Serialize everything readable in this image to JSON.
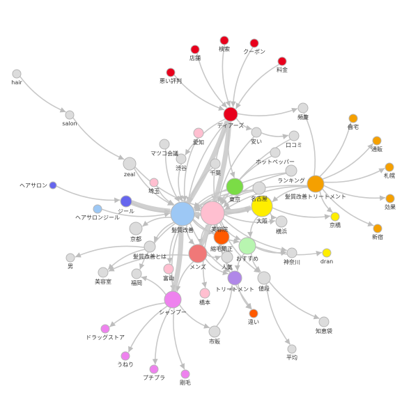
{
  "colors": {
    "gray": "#dcdcdc",
    "red": "#e8001c",
    "orange": "#f5a000",
    "yellow": "#ffee00",
    "green": "#7bdc46",
    "light_green": "#b8f5b0",
    "blue": "#6666ee",
    "light_blue": "#9dc8f5",
    "pink": "#ffbfd0",
    "magenta": "#ee82ee",
    "coral": "#f07878",
    "dark_orange": "#ff5a00",
    "purple": "#b088e8",
    "edge": "#c8c8c8"
  },
  "nodes": [
    {
      "id": "hair",
      "label": "hair",
      "color": "gray"
    },
    {
      "id": "salon",
      "label": "salon",
      "color": "gray"
    },
    {
      "id": "zeal",
      "label": "zeal",
      "color": "gray"
    },
    {
      "id": "tenpo",
      "label": "店舗",
      "color": "red"
    },
    {
      "id": "kensaku",
      "label": "検索",
      "color": "red"
    },
    {
      "id": "coupon",
      "label": "クーポン",
      "color": "red"
    },
    {
      "id": "ryokin",
      "label": "料金",
      "color": "red"
    },
    {
      "id": "warui",
      "label": "悪い評判",
      "color": "red"
    },
    {
      "id": "dears",
      "label": "ディアーズ",
      "color": "red"
    },
    {
      "id": "hindo",
      "label": "頻度",
      "color": "gray"
    },
    {
      "id": "jitaku",
      "label": "自宅",
      "color": "orange"
    },
    {
      "id": "tsuhan",
      "label": "通販",
      "color": "orange"
    },
    {
      "id": "sapporo",
      "label": "札幌",
      "color": "orange"
    },
    {
      "id": "koka",
      "label": "効果",
      "color": "orange"
    },
    {
      "id": "shinjuku",
      "label": "新宿",
      "color": "orange"
    },
    {
      "id": "yasui",
      "label": "安い",
      "color": "gray"
    },
    {
      "id": "kuchikomi",
      "label": "口コミ",
      "color": "gray"
    },
    {
      "id": "aichi",
      "label": "愛知",
      "color": "pink"
    },
    {
      "id": "matsuko",
      "label": "マツコ会議",
      "color": "gray"
    },
    {
      "id": "shibuya",
      "label": "渋谷",
      "color": "gray"
    },
    {
      "id": "hotpepper",
      "label": "ホットペッパー",
      "color": "gray"
    },
    {
      "id": "chiba",
      "label": "千葉",
      "color": "gray"
    },
    {
      "id": "ranking",
      "label": "ランキング",
      "color": "gray"
    },
    {
      "id": "saitama",
      "label": "埼玉",
      "color": "pink"
    },
    {
      "id": "tokyo",
      "label": "東京",
      "color": "green"
    },
    {
      "id": "nagoya",
      "label": "名古屋",
      "color": "gray"
    },
    {
      "id": "kaizen_tr",
      "label": "髪質改善トリートメント",
      "color": "orange"
    },
    {
      "id": "hairsalon",
      "label": "ヘアサロン",
      "color": "blue"
    },
    {
      "id": "zeal_jp",
      "label": "ジール",
      "color": "blue"
    },
    {
      "id": "hairsalon_zeal",
      "label": "ヘアサロンジール",
      "color": "light_blue"
    },
    {
      "id": "kaizen",
      "label": "髪質改善",
      "color": "light_blue"
    },
    {
      "id": "biyoin",
      "label": "美容院",
      "color": "pink"
    },
    {
      "id": "osaka",
      "label": "大阪",
      "color": "yellow"
    },
    {
      "id": "yokohama",
      "label": "横浜",
      "color": "gray"
    },
    {
      "id": "kyobashi",
      "label": "京橋",
      "color": "yellow"
    },
    {
      "id": "kyoto",
      "label": "京都",
      "color": "gray"
    },
    {
      "id": "kaizen_toha",
      "label": "髪質改善とは",
      "color": "gray"
    },
    {
      "id": "shukumo",
      "label": "縮毛矯正",
      "color": "dark_orange"
    },
    {
      "id": "osusume",
      "label": "おすすめ",
      "color": "light_green"
    },
    {
      "id": "kanagawa",
      "label": "神奈川",
      "color": "gray"
    },
    {
      "id": "dran",
      "label": "dran",
      "color": "yellow"
    },
    {
      "id": "otoko",
      "label": "男",
      "color": "gray"
    },
    {
      "id": "mens",
      "label": "メンズ",
      "color": "coral"
    },
    {
      "id": "ninki",
      "label": "人気",
      "color": "gray"
    },
    {
      "id": "biyoshitsu",
      "label": "美容室",
      "color": "gray"
    },
    {
      "id": "fukuoka",
      "label": "福岡",
      "color": "gray"
    },
    {
      "id": "toyama",
      "label": "富山",
      "color": "pink"
    },
    {
      "id": "treatment",
      "label": "トリートメント",
      "color": "purple"
    },
    {
      "id": "nedan",
      "label": "値段",
      "color": "gray"
    },
    {
      "id": "hashimoto",
      "label": "橋本",
      "color": "pink"
    },
    {
      "id": "shampoo",
      "label": "シャンプー",
      "color": "magenta"
    },
    {
      "id": "chigai",
      "label": "違い",
      "color": "dark_orange"
    },
    {
      "id": "chiebukuro",
      "label": "知恵袋",
      "color": "gray"
    },
    {
      "id": "drugstore",
      "label": "ドラッグストア",
      "color": "magenta"
    },
    {
      "id": "shihan",
      "label": "市販",
      "color": "gray"
    },
    {
      "id": "heikin",
      "label": "平均",
      "color": "gray"
    },
    {
      "id": "uneri",
      "label": "うねり",
      "color": "magenta"
    },
    {
      "id": "puchipura",
      "label": "プチプラ",
      "color": "magenta"
    },
    {
      "id": "gomo",
      "label": "剛毛",
      "color": "magenta"
    }
  ],
  "edges": [
    [
      "hair",
      "salon"
    ],
    [
      "salon",
      "zeal"
    ],
    [
      "zeal",
      "kaizen"
    ],
    [
      "zeal",
      "biyoin"
    ],
    [
      "tenpo",
      "dears"
    ],
    [
      "kensaku",
      "dears"
    ],
    [
      "coupon",
      "dears"
    ],
    [
      "ryokin",
      "dears"
    ],
    [
      "warui",
      "dears"
    ],
    [
      "dears",
      "kaizen"
    ],
    [
      "dears",
      "biyoin"
    ],
    [
      "dears",
      "hindo"
    ],
    [
      "dears",
      "yasui"
    ],
    [
      "dears",
      "tokyo"
    ],
    [
      "dears",
      "shibuya"
    ],
    [
      "kaizen_tr",
      "jitaku"
    ],
    [
      "kaizen_tr",
      "tsuhan"
    ],
    [
      "kaizen_tr",
      "sapporo"
    ],
    [
      "kaizen_tr",
      "koka"
    ],
    [
      "kaizen_tr",
      "shinjuku"
    ],
    [
      "kaizen_tr",
      "kyobashi"
    ],
    [
      "kaizen_tr",
      "hindo"
    ],
    [
      "kaizen_tr",
      "kaizen"
    ],
    [
      "kaizen_tr",
      "biyoin"
    ],
    [
      "kaizen_tr",
      "osaka"
    ],
    [
      "yasui",
      "kuchikomi"
    ],
    [
      "yasui",
      "biyoin"
    ],
    [
      "kuchikomi",
      "biyoin"
    ],
    [
      "hotpepper",
      "biyoin"
    ],
    [
      "ranking",
      "biyoin"
    ],
    [
      "ranking",
      "kaizen"
    ],
    [
      "aichi",
      "kaizen"
    ],
    [
      "matsuko",
      "kaizen"
    ],
    [
      "shibuya",
      "kaizen"
    ],
    [
      "chiba",
      "kaizen"
    ],
    [
      "saitama",
      "kaizen"
    ],
    [
      "tokyo",
      "kaizen"
    ],
    [
      "tokyo",
      "biyoin"
    ],
    [
      "nagoya",
      "biyoin"
    ],
    [
      "nagoya",
      "kaizen"
    ],
    [
      "hairsalon",
      "zeal_jp"
    ],
    [
      "zeal_jp",
      "kaizen"
    ],
    [
      "hairsalon_zeal",
      "kaizen"
    ],
    [
      "kaizen",
      "biyoin"
    ],
    [
      "kaizen",
      "mens"
    ],
    [
      "kaizen",
      "shampoo"
    ],
    [
      "kaizen",
      "kyoto"
    ],
    [
      "kaizen",
      "kaizen_toha"
    ],
    [
      "kaizen",
      "shukumo"
    ],
    [
      "kaizen",
      "osusume"
    ],
    [
      "kaizen",
      "treatment"
    ],
    [
      "kaizen",
      "osaka"
    ],
    [
      "kaizen",
      "fukuoka"
    ],
    [
      "kaizen",
      "toyama"
    ],
    [
      "biyoin",
      "osaka"
    ],
    [
      "biyoin",
      "yokohama"
    ],
    [
      "biyoin",
      "shukumo"
    ],
    [
      "biyoin",
      "osusume"
    ],
    [
      "biyoin",
      "mens"
    ],
    [
      "biyoin",
      "nedan"
    ],
    [
      "biyoin",
      "kanagawa"
    ],
    [
      "biyoin",
      "ninki"
    ],
    [
      "biyoin",
      "chigai"
    ],
    [
      "biyoin",
      "treatment"
    ],
    [
      "biyoin",
      "hashimoto"
    ],
    [
      "osaka",
      "yokohama"
    ],
    [
      "osaka",
      "kyobashi"
    ],
    [
      "osaka",
      "osusume"
    ],
    [
      "osusume",
      "dran"
    ],
    [
      "osusume",
      "kanagawa"
    ],
    [
      "osusume",
      "nedan"
    ],
    [
      "osusume",
      "treatment"
    ],
    [
      "nedan",
      "heikin"
    ],
    [
      "nedan",
      "chiebukuro"
    ],
    [
      "kaizen_toha",
      "otoko"
    ],
    [
      "kaizen_toha",
      "biyoshitsu"
    ],
    [
      "mens",
      "biyoshitsu"
    ],
    [
      "mens",
      "shampoo"
    ],
    [
      "mens",
      "ninki"
    ],
    [
      "mens",
      "treatment"
    ],
    [
      "shampoo",
      "drugstore"
    ],
    [
      "shampoo",
      "uneri"
    ],
    [
      "shampoo",
      "puchipura"
    ],
    [
      "shampoo",
      "gomo"
    ],
    [
      "shampoo",
      "shihan"
    ],
    [
      "shampoo",
      "fukuoka"
    ],
    [
      "shampoo",
      "toyama"
    ],
    [
      "shihan",
      "treatment"
    ],
    [
      "treatment",
      "chigai"
    ]
  ],
  "thick_edges": [
    [
      "kaizen",
      "dears"
    ],
    [
      "biyoin",
      "dears"
    ],
    [
      "shampoo",
      "kaizen"
    ],
    [
      "kaizen",
      "biyoin"
    ],
    [
      "biyoin",
      "osaka"
    ],
    [
      "zeal_jp",
      "kaizen"
    ],
    [
      "mens",
      "biyoin"
    ]
  ]
}
